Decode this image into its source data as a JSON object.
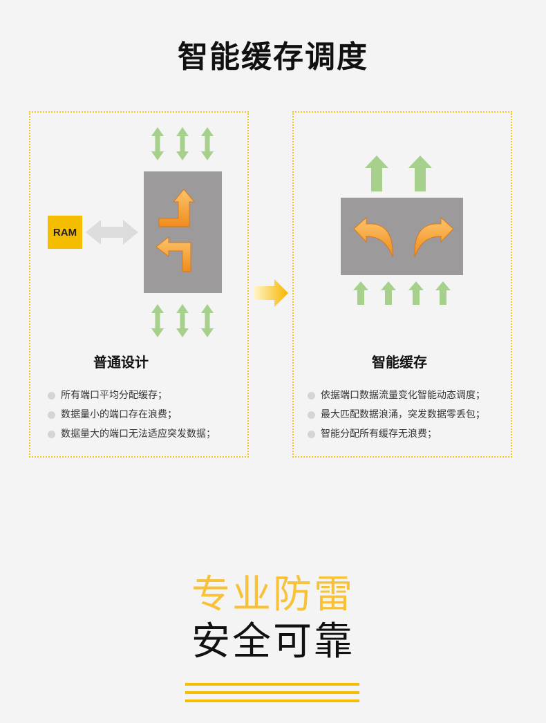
{
  "page": {
    "title": "智能缓存调度"
  },
  "left_panel": {
    "ram_label": "RAM",
    "heading": "普通设计",
    "bullets": [
      "所有端口平均分配缓存；",
      "数据量小的端口存在浪费；",
      "数据量大的端口无法适应突发数据；"
    ]
  },
  "right_panel": {
    "heading": "智能缓存",
    "bullets": [
      "依据端口数据流量变化智能动态调度；",
      "最大匹配数据浪涌，突发数据零丢包；",
      "智能分配所有缓存无浪费；"
    ]
  },
  "slogan": {
    "line1": "专业防雷",
    "line2": "安全可靠"
  },
  "colors": {
    "accent": "#f5bd00",
    "arrow_green": "#a8d08d",
    "arrow_orange": "#f7a23c",
    "block_gray": "#9c9a9b",
    "ram_arrow_gray": "#dcdcdc"
  }
}
